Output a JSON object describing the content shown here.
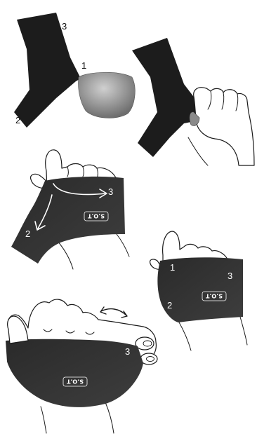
{
  "colors": {
    "strap": "#1c1c1c",
    "strap_shade": "#3a3a3a",
    "pad": "#9a9a9a",
    "outline": "#1a1a1a"
  },
  "steps": {
    "step1": {
      "labels": [
        "1",
        "2",
        "3"
      ]
    },
    "step3": {
      "labels": [
        "3",
        "2"
      ],
      "logo": "S.O.T"
    },
    "step4": {
      "labels": [
        "1",
        "3",
        "2"
      ],
      "logo": "S.O.T"
    },
    "step5": {
      "labels": [
        "3"
      ],
      "logo": "S.O.T"
    }
  }
}
